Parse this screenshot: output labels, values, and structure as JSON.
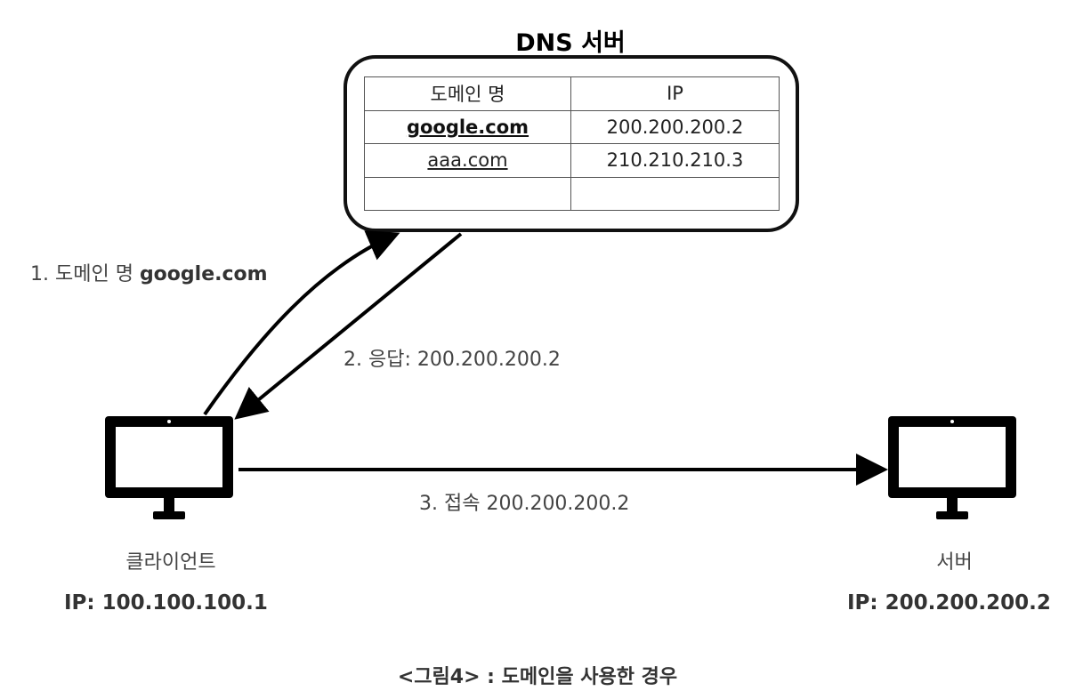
{
  "dns_server": {
    "title": "DNS 서버",
    "table": {
      "headers": [
        "도메인 명",
        "IP"
      ],
      "rows": [
        [
          "google.com",
          "200.200.200.2"
        ],
        [
          "aaa.com",
          "210.210.210.3"
        ],
        [
          "",
          ""
        ]
      ]
    }
  },
  "steps": {
    "query_prefix": "1. 도메인 명",
    "query_domain": "google.com",
    "response": "2. 응답: 200.200.200.2",
    "connect": "3. 접속 200.200.200.2"
  },
  "client": {
    "name": "클라이언트",
    "ip": "IP: 100.100.100.1"
  },
  "server": {
    "name": "서버",
    "ip": "IP: 200.200.200.2"
  },
  "caption": "<그림4> : 도메인을 사용한 경우",
  "icons": [
    "monitor-icon",
    "arrow-icon"
  ],
  "colors": {
    "stroke": "#000000",
    "label_text": "#444444"
  }
}
